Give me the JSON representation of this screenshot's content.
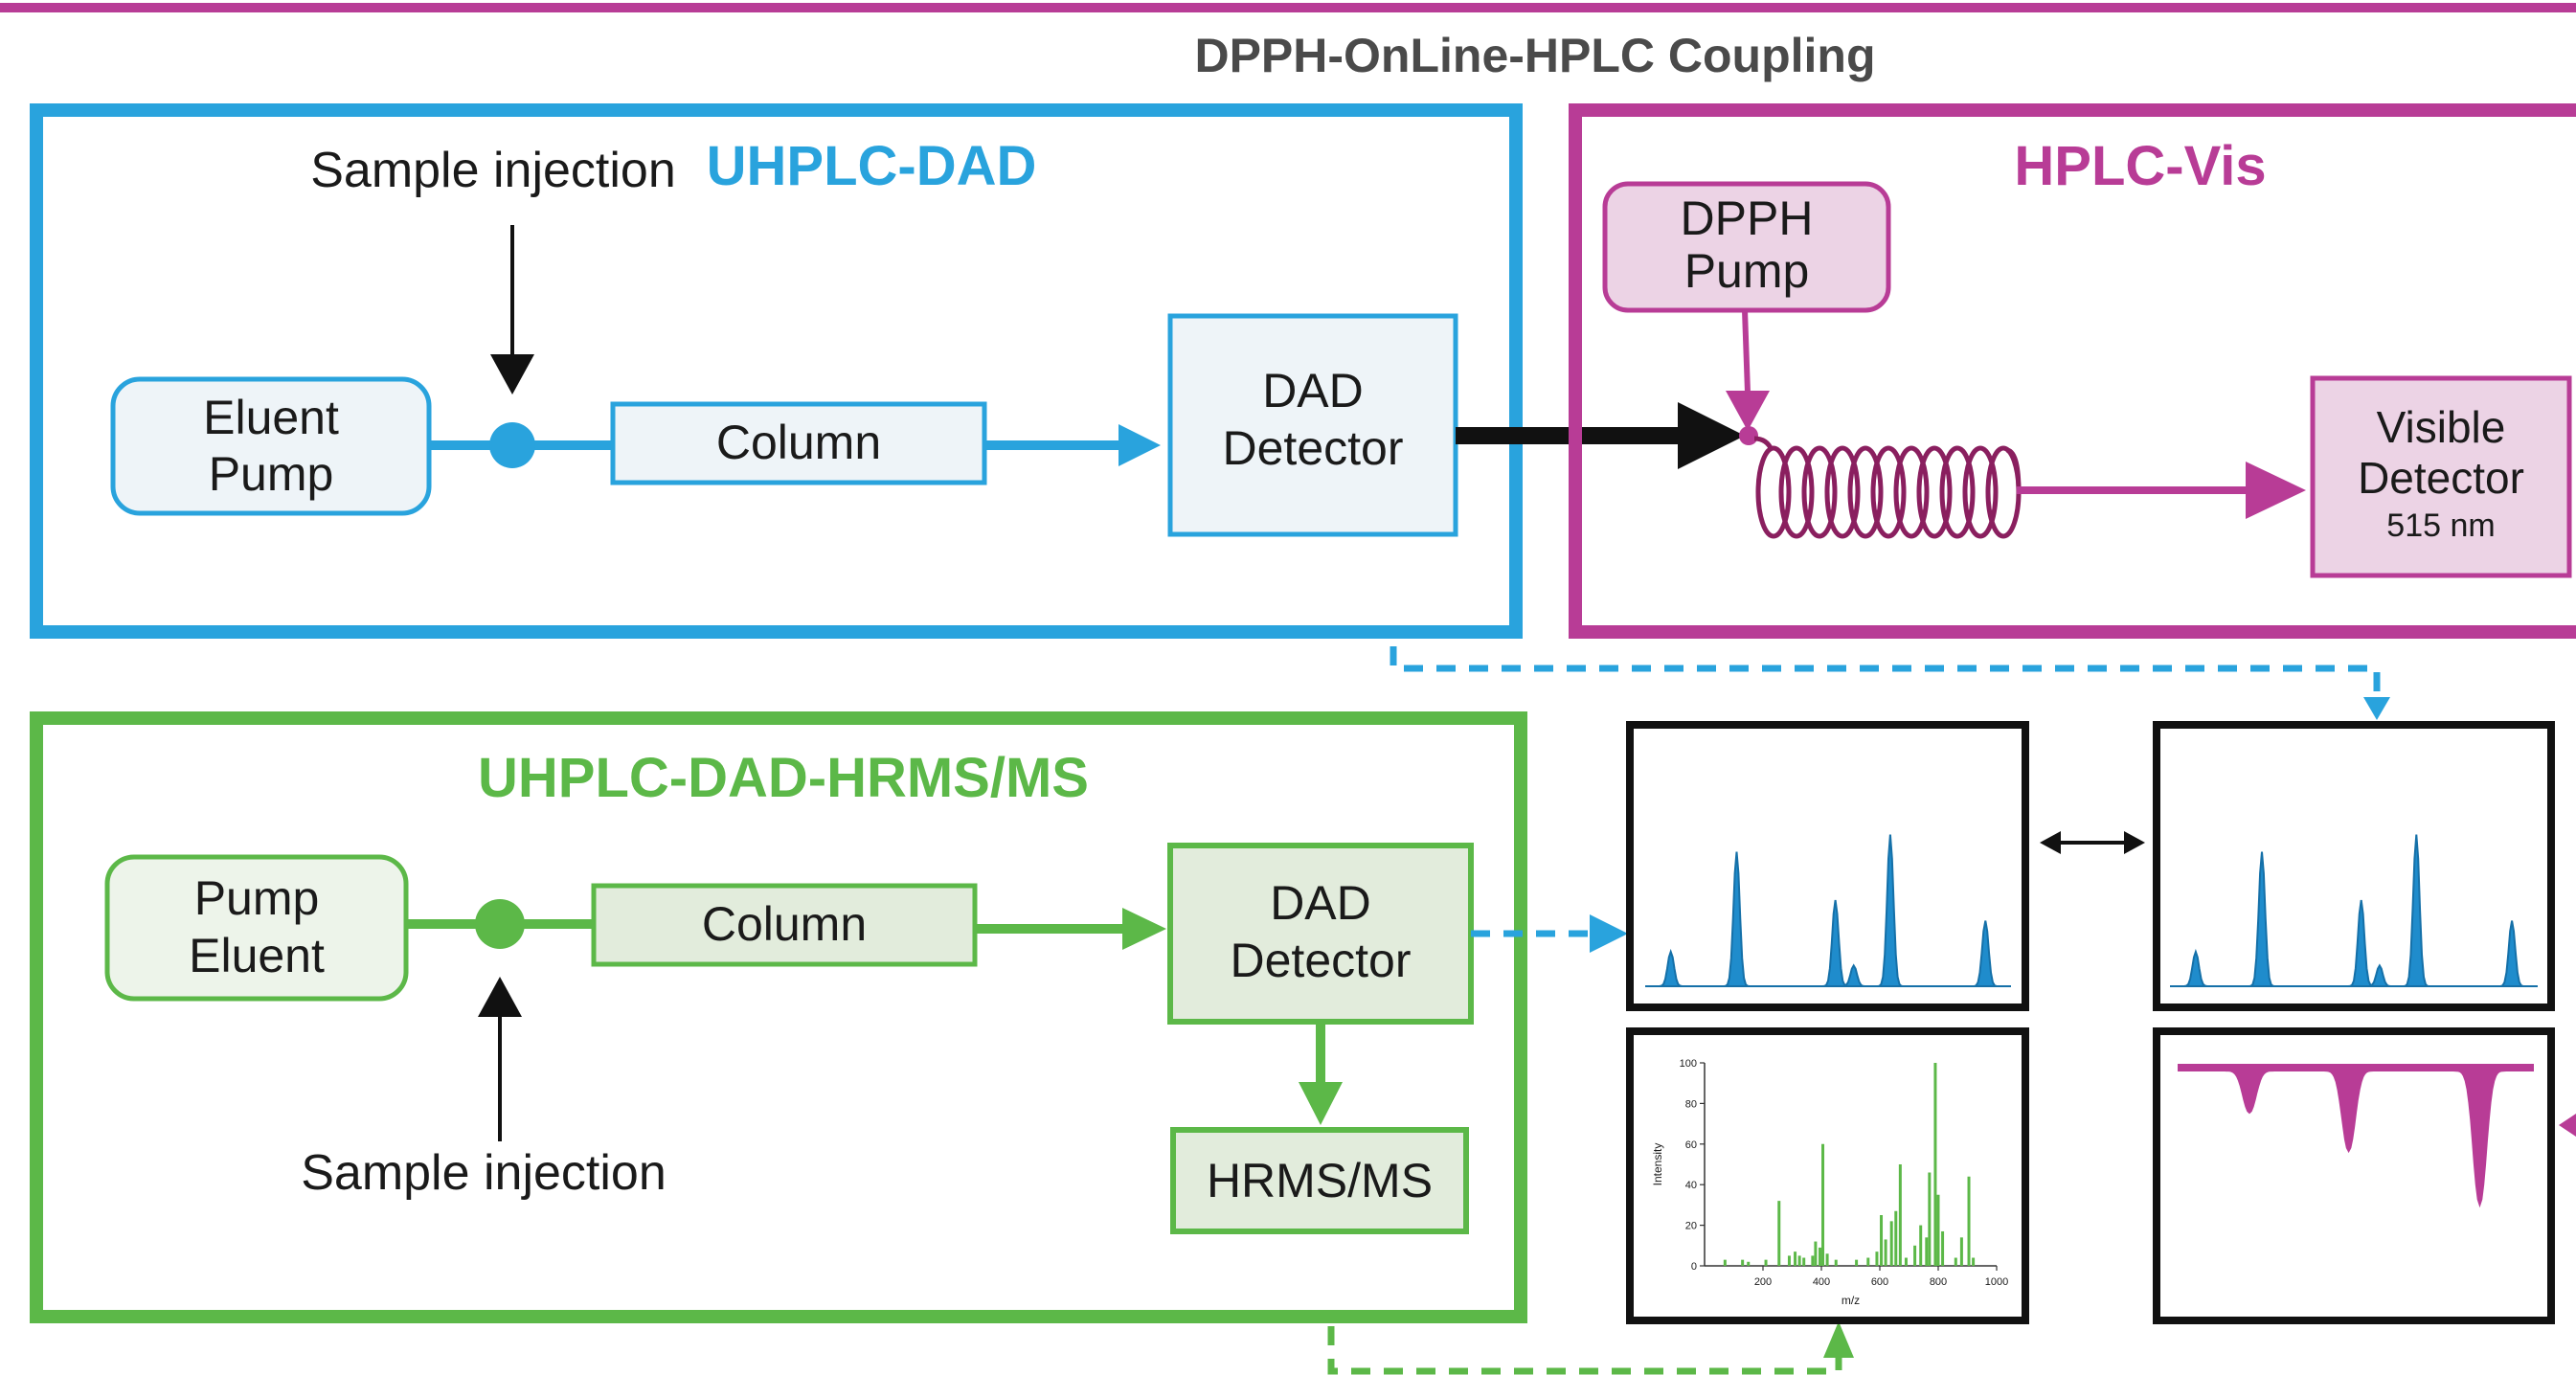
{
  "title": "DPPH-OnLine-HPLC Coupling",
  "uhplc_dad": {
    "heading": "UHPLC-DAD",
    "sample_injection": "Sample injection",
    "pump": [
      "Eluent",
      "Pump"
    ],
    "column": "Column",
    "detector": [
      "DAD",
      "Detector"
    ]
  },
  "hplc_vis": {
    "heading": "HPLC-Vis",
    "pump": [
      "DPPH",
      "Pump"
    ],
    "detector": [
      "Visible",
      "Detector"
    ],
    "wavelength": "515 nm"
  },
  "ms_system": {
    "heading": "UHPLC-DAD-HRMS/MS",
    "pump": [
      "Pump",
      "Eluent"
    ],
    "column": "Column",
    "detector": [
      "DAD",
      "Detector"
    ],
    "ms": "HRMS/MS",
    "sample_injection": "Sample injection"
  },
  "ms_spectrum": {
    "ylabel": "Intensity",
    "xlabel": "m/z",
    "y_ticks": [
      "0",
      "20",
      "40",
      "60",
      "80",
      "100"
    ],
    "x_ticks": [
      "200",
      "400",
      "600",
      "800",
      "1000"
    ]
  },
  "colors": {
    "blue": "#29a3dd",
    "magenta": "#b83c96",
    "green": "#5cb848",
    "dark_blue_fill": "#1f8ccc",
    "coil": "#8a1f5f",
    "title_gray": "#4a4a4a"
  },
  "chart_data": [
    {
      "type": "line",
      "role": "DAD chromatogram",
      "peaks": [
        {
          "rt": 0.07,
          "height": 0.2
        },
        {
          "rt": 0.25,
          "height": 0.78
        },
        {
          "rt": 0.52,
          "height": 0.5
        },
        {
          "rt": 0.57,
          "height": 0.12
        },
        {
          "rt": 0.67,
          "height": 0.88
        },
        {
          "rt": 0.93,
          "height": 0.38
        }
      ]
    },
    {
      "type": "line",
      "role": "DAD chromatogram (copy)",
      "peaks": [
        {
          "rt": 0.07,
          "height": 0.2
        },
        {
          "rt": 0.25,
          "height": 0.78
        },
        {
          "rt": 0.52,
          "height": 0.5
        },
        {
          "rt": 0.57,
          "height": 0.12
        },
        {
          "rt": 0.67,
          "height": 0.88
        },
        {
          "rt": 0.93,
          "height": 0.38
        }
      ]
    },
    {
      "type": "line",
      "role": "DPPH negative chromatogram",
      "peaks": [
        {
          "rt": 0.2,
          "depth": 0.22
        },
        {
          "rt": 0.48,
          "depth": 0.42
        },
        {
          "rt": 0.85,
          "depth": 0.7
        }
      ]
    },
    {
      "type": "bar",
      "role": "HRMS/MS spectrum",
      "xlabel": "m/z",
      "ylabel": "Intensity",
      "xlim": [
        0,
        1000
      ],
      "ylim": [
        0,
        100
      ],
      "points": [
        [
          70,
          3
        ],
        [
          130,
          3
        ],
        [
          150,
          2
        ],
        [
          210,
          3
        ],
        [
          255,
          32
        ],
        [
          290,
          5
        ],
        [
          310,
          7
        ],
        [
          325,
          5
        ],
        [
          340,
          4
        ],
        [
          370,
          5
        ],
        [
          380,
          12
        ],
        [
          395,
          9
        ],
        [
          405,
          60
        ],
        [
          420,
          6
        ],
        [
          450,
          3
        ],
        [
          520,
          3
        ],
        [
          560,
          4
        ],
        [
          590,
          7
        ],
        [
          605,
          25
        ],
        [
          620,
          13
        ],
        [
          640,
          22
        ],
        [
          655,
          27
        ],
        [
          670,
          50
        ],
        [
          690,
          4
        ],
        [
          720,
          10
        ],
        [
          740,
          20
        ],
        [
          760,
          14
        ],
        [
          770,
          46
        ],
        [
          790,
          100
        ],
        [
          800,
          35
        ],
        [
          815,
          17
        ],
        [
          860,
          4
        ],
        [
          880,
          14
        ],
        [
          905,
          44
        ],
        [
          920,
          4
        ]
      ]
    }
  ]
}
